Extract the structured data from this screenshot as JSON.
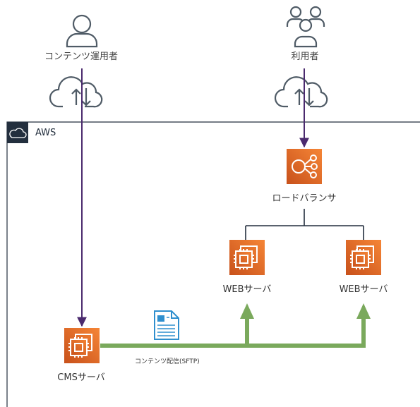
{
  "actors": {
    "content_operator": "コンテンツ運用者",
    "users": "利用者"
  },
  "cloud": {
    "label": "AWS"
  },
  "nodes": {
    "load_balancer": "ロードバランサ",
    "web_server_1": "WEBサーバ",
    "web_server_2": "WEBサーバ",
    "cms_server": "CMSサーバ"
  },
  "edges": {
    "content_delivery": "コンテンツ配信(SFTP)"
  },
  "colors": {
    "aws_border": "#232f3e",
    "compute_orange": "#e8710a",
    "arrow_purple": "#4b2a6e",
    "delivery_green": "#7aa95c",
    "icon_gray": "#4f5b66",
    "doc_blue": "#2f8fce"
  }
}
